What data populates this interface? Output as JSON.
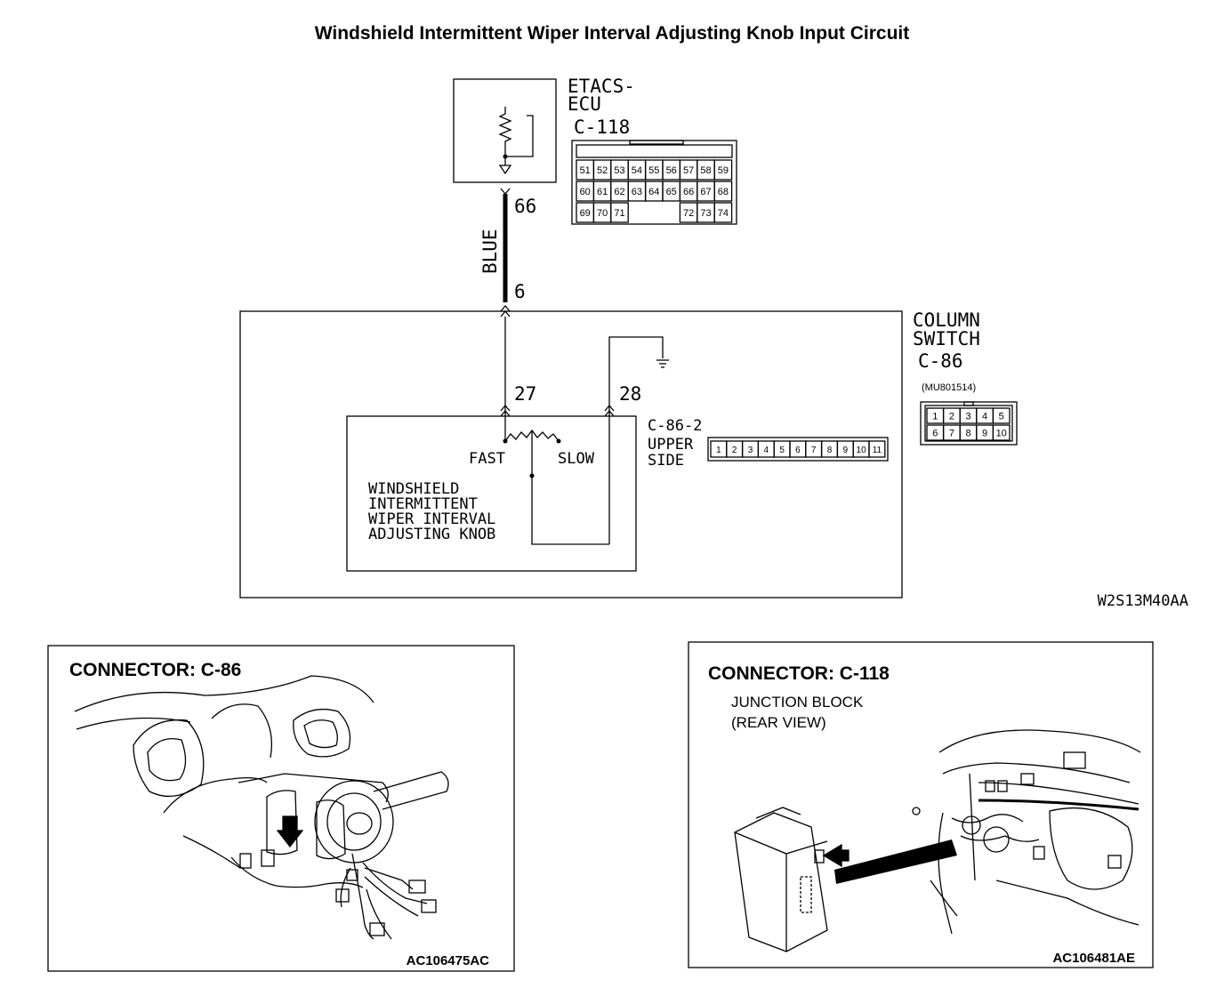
{
  "diagram": {
    "title": "Windshield Intermittent Wiper Interval Adjusting Knob Input Circuit",
    "figure_code": "W2S13M40AA",
    "ecu": {
      "label_line1": "ETACS-",
      "label_line2": "ECU",
      "connector": "C-118",
      "pins_row1": [
        "51",
        "52",
        "53",
        "54",
        "55",
        "56",
        "57",
        "58",
        "59"
      ],
      "pins_row2": [
        "60",
        "61",
        "62",
        "63",
        "64",
        "65",
        "66",
        "67",
        "68"
      ],
      "pins_row3_left": [
        "69",
        "70",
        "71"
      ],
      "pins_row3_right": [
        "72",
        "73",
        "74"
      ]
    },
    "wire": {
      "color_label": "BLUE",
      "terminal_top": "66",
      "terminal_bottom": "6"
    },
    "column_switch": {
      "label_line1": "COLUMN",
      "label_line2": "SWITCH",
      "connector": "C-86",
      "part_number": "(MU801514)",
      "pins_row1": [
        "1",
        "2",
        "3",
        "4",
        "5"
      ],
      "pins_row2": [
        "6",
        "7",
        "8",
        "9",
        "10"
      ],
      "terminal_left": "27",
      "terminal_right": "28",
      "sub_connector": "C-86-2",
      "sub_label_line1": "UPPER",
      "sub_label_line2": "SIDE",
      "sub_pins": [
        "1",
        "2",
        "3",
        "4",
        "5",
        "6",
        "7",
        "8",
        "9",
        "10",
        "11"
      ]
    },
    "knob": {
      "fast_label": "FAST",
      "slow_label": "SLOW",
      "name_line1": "WINDSHIELD",
      "name_line2": "INTERMITTENT",
      "name_line3": "WIPER INTERVAL",
      "name_line4": "ADJUSTING KNOB"
    }
  },
  "panels": {
    "c86": {
      "title": "CONNECTOR: C-86",
      "code": "AC106475AC"
    },
    "c118": {
      "title": "CONNECTOR: C-118",
      "sub_line1": "JUNCTION BLOCK",
      "sub_line2": "(REAR VIEW)",
      "code": "AC106481AE"
    }
  }
}
